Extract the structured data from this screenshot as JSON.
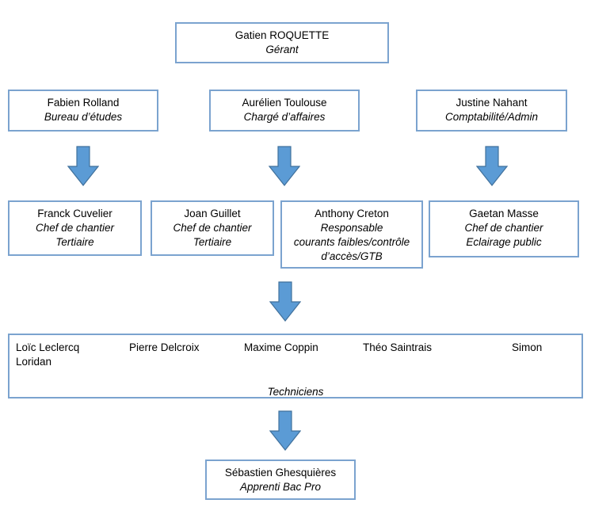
{
  "top": {
    "name": "Gatien ROQUETTE",
    "role": "Gérant"
  },
  "managers": [
    {
      "name": "Fabien Rolland",
      "role": "Bureau d’études"
    },
    {
      "name": "Aurélien Toulouse",
      "role": "Chargé d’affaires"
    },
    {
      "name": "Justine Nahant",
      "role": "Comptabilité/Admin"
    }
  ],
  "chiefs": [
    {
      "name": "Franck Cuvelier",
      "role1": "Chef de chantier",
      "role2": "Tertiaire"
    },
    {
      "name": "Joan Guillet",
      "role1": "Chef de chantier",
      "role2": "Tertiaire"
    },
    {
      "name": "Anthony Creton",
      "role1": "Responsable",
      "role2": "courants faibles/contrôle",
      "role3": "d’accès/GTB"
    },
    {
      "name": "Gaetan Masse",
      "role1": "Chef de chantier",
      "role2": "Eclairage public"
    }
  ],
  "technicians": {
    "names": [
      "Loïc Leclercq",
      "Pierre Delcroix",
      "Maxime Coppin",
      "Théo Saintrais",
      "Simon",
      "Loridan"
    ],
    "label": "Techniciens"
  },
  "apprentice": {
    "name": "Sébastien Ghesquières",
    "role": "Apprenti Bac Pro"
  },
  "colors": {
    "border": "#7ba3cf",
    "arrow": "#5b9bd5",
    "arrow_stroke": "#41719c"
  }
}
